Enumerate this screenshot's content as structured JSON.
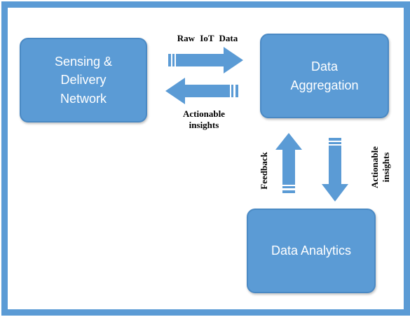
{
  "diagram": {
    "nodes": {
      "sensing": "Sensing &\nDelivery\nNetwork",
      "aggregation": "Data\nAggregation",
      "analytics": "Data Analytics"
    },
    "edge_labels": {
      "raw_iot_data": "Raw IoT Data",
      "actionable_insights_horizontal": "Actionable\ninsights",
      "feedback": "Feedback",
      "actionable_insights_vertical": "Actionable\ninsights"
    }
  },
  "colors": {
    "node_fill": "#5b9bd5",
    "frame": "#5b9bd5",
    "arrow_fill": "#5b9bd5",
    "text_on_node": "#ffffff"
  }
}
